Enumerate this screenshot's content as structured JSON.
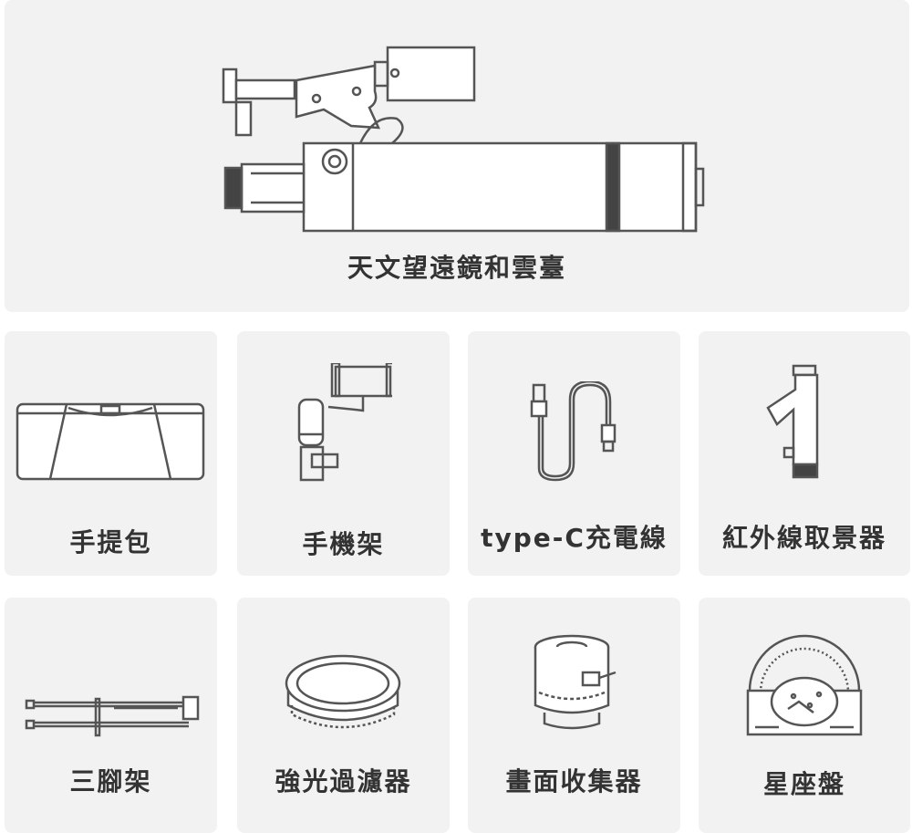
{
  "main_item": {
    "label": "天文望遠鏡和雲臺",
    "icon": "telescope-icon"
  },
  "accessories": [
    {
      "label": "手提包",
      "icon": "carry-bag-icon"
    },
    {
      "label": "手機架",
      "icon": "phone-holder-icon"
    },
    {
      "label": "type-C充電線",
      "icon": "usb-c-cable-icon"
    },
    {
      "label": "紅外線取景器",
      "icon": "ir-finder-icon"
    },
    {
      "label": "三腳架",
      "icon": "tripod-icon"
    },
    {
      "label": "強光過濾器",
      "icon": "solar-filter-icon"
    },
    {
      "label": "畫面收集器",
      "icon": "image-collector-icon"
    },
    {
      "label": "星座盤",
      "icon": "planisphere-icon"
    }
  ],
  "colors": {
    "card_bg": "#f2f2f2",
    "line": "#555555",
    "text": "#333333"
  }
}
